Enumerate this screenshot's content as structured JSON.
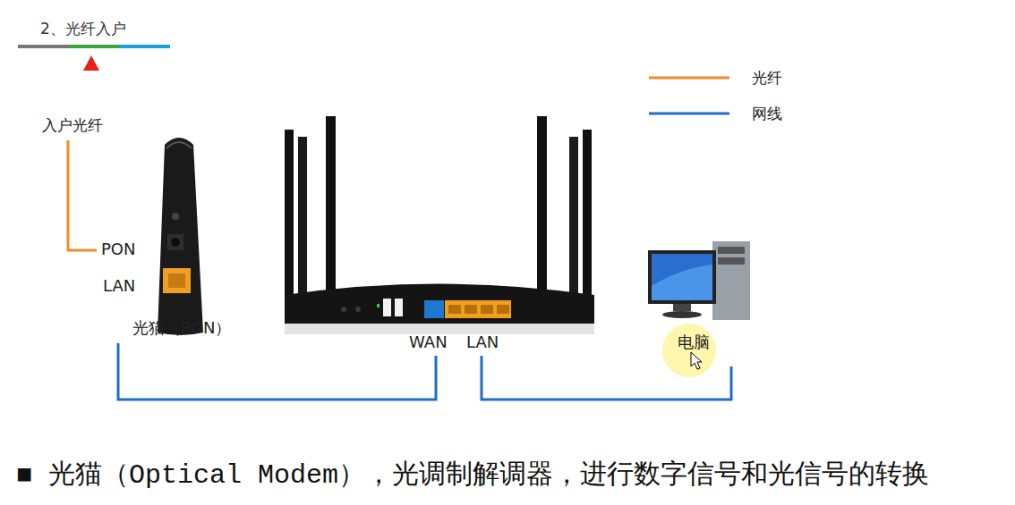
{
  "diagram": {
    "title": "2、光纤入户",
    "caption": "■ 光猫（Optical Modem），光调制解调器，进行数字信号和光信号的转换",
    "nodes": [
      {
        "text": [
          "光猫（PON）"
        ]
      },
      {
        "text": [
          "WAN",
          "LAN"
        ]
      },
      {
        "text": [
          "电脑"
        ]
      }
    ],
    "edges": [
      {
        "from": 0,
        "to": 1,
        "arrow": "none"
      },
      {
        "from": 1,
        "to": 2,
        "arrow": "none"
      }
    ],
    "labels": [
      "入户光纤",
      "PON",
      "LAN"
    ],
    "legend": [
      {
        "text": "光纤"
      },
      {
        "text": "网线"
      }
    ]
  }
}
